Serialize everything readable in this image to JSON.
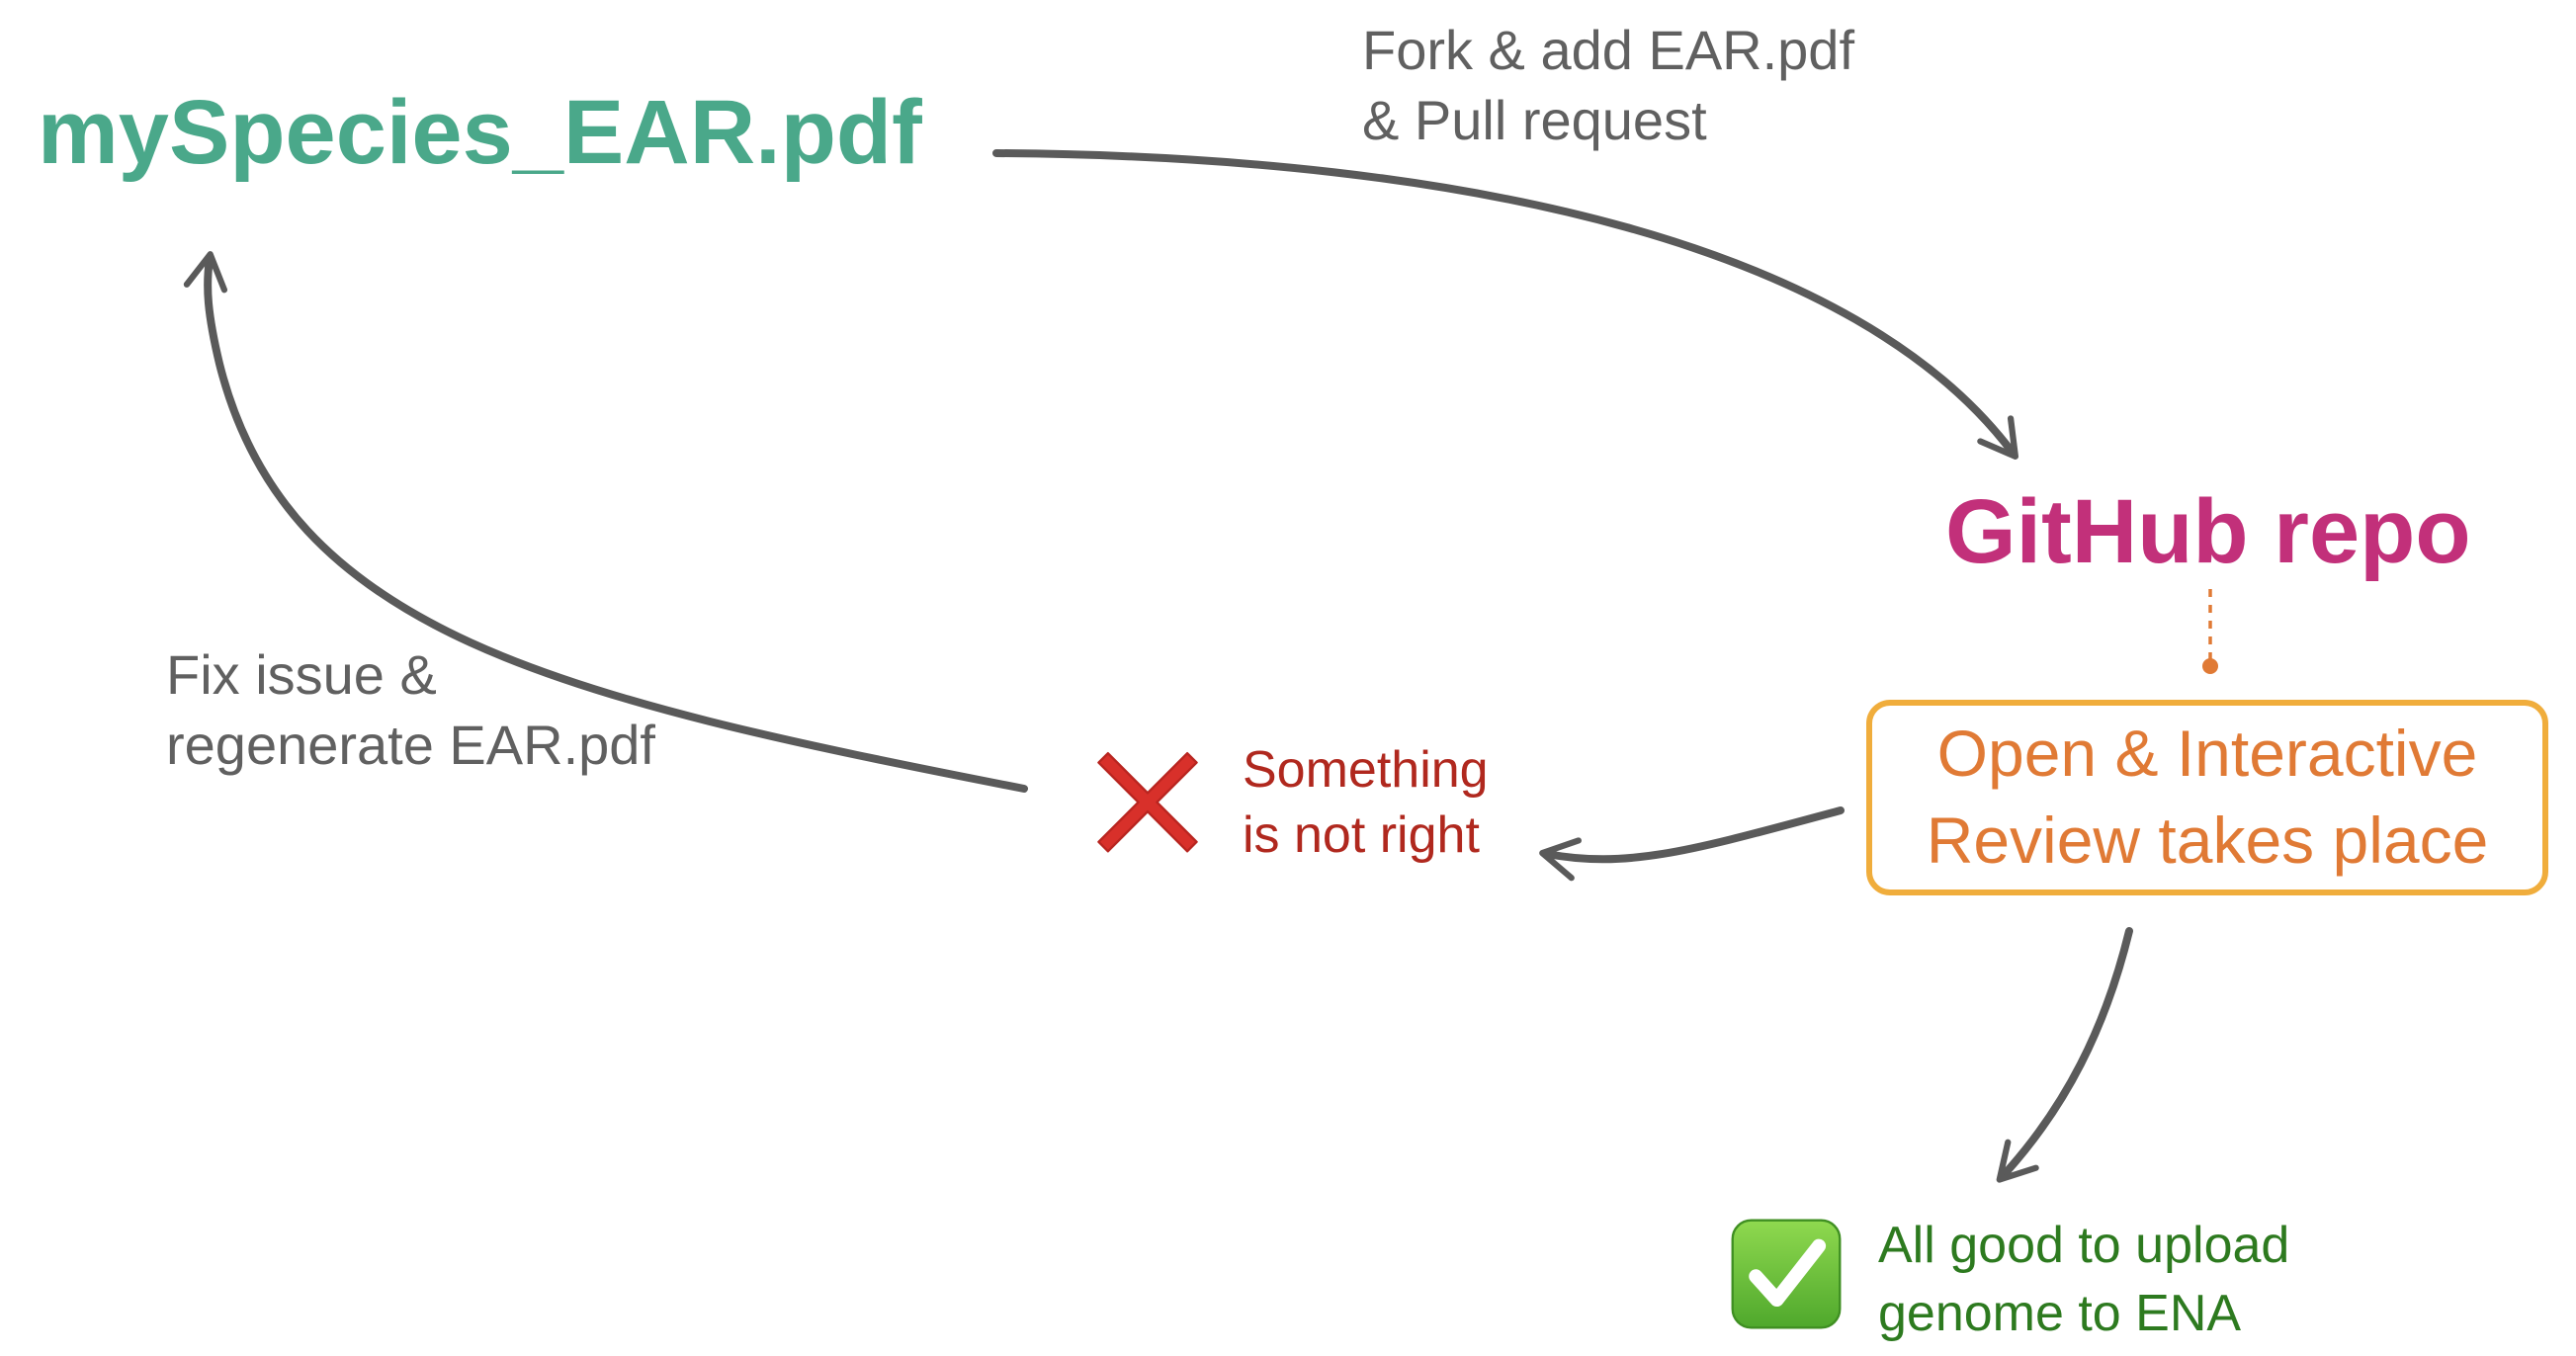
{
  "nodes": {
    "file": "mySpecies_EAR.pdf",
    "repo": "GitHub repo",
    "review_lines": [
      "Open & Interactive",
      "Review takes place"
    ]
  },
  "edges": {
    "fork_lines": [
      "Fork & add EAR.pdf",
      "& Pull request"
    ],
    "fix_lines": [
      "Fix issue &",
      "regenerate EAR.pdf"
    ],
    "bad_lines": [
      "Something",
      "is not right"
    ],
    "good_lines": [
      "All good to upload",
      "genome to ENA"
    ]
  },
  "icons": {
    "fail": "cross-mark-icon",
    "success": "check-mark-icon"
  },
  "colors": {
    "file": "#4aa88a",
    "repo": "#c2307a",
    "review_text": "#e07a35",
    "review_border": "#f0ad3c",
    "edge_label": "#606060",
    "bad": "#b0281e",
    "good": "#2d7a1f",
    "arrow": "#5a5a5a"
  }
}
